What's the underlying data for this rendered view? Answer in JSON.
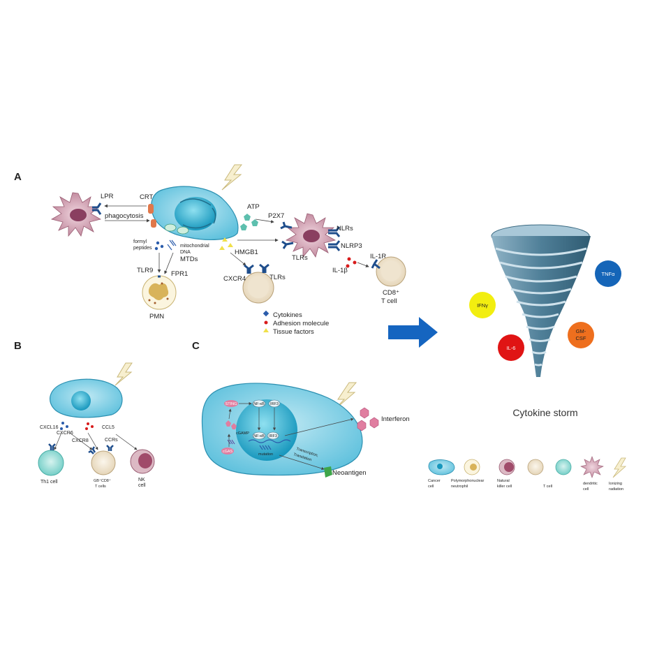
{
  "panels": {
    "a": "A",
    "b": "B",
    "c": "C"
  },
  "panel_a": {
    "lpr": "LPR",
    "crt": "CRT",
    "phagocytosis": "phagocytosis",
    "atp": "ATP",
    "p2x7": "P2X7",
    "nlrs": "NLRs",
    "nlrp3": "NLRP3",
    "tlrs_dc": "TLRs",
    "hmgb1": "HMGB1",
    "il1b": "IL-1β",
    "il1r": "IL-1R",
    "cd8_line1": "CD8⁺",
    "cd8_line2": "T cell",
    "formyl_line1": "formyl",
    "formyl_line2": "peptides",
    "mito_line1": "mitochondrial",
    "mito_line2": "DNA",
    "mtds": "MTDs",
    "tlr9": "TLR9",
    "fpr1": "FPR1",
    "pmn": "PMN",
    "cxcr4": "CXCR4",
    "tlrs_t": "TLRs",
    "legend_cytokines": "Cytokines",
    "legend_adhesion": "Adhesion molecule",
    "legend_tissue": "Tissue factors"
  },
  "panel_b": {
    "cxcl16": "CXCL16",
    "ccl5": "CCL5",
    "cxcr6": "CXCR6",
    "cxcr8": "CXCR8",
    "ccrs": "CCRs",
    "th1": "Th1 cell",
    "gb_line1": "GB⁺CD8⁺",
    "gb_line2": "T cells",
    "nk_line1": "NK",
    "nk_line2": "cell"
  },
  "panel_c": {
    "sting": "STING",
    "cgamp": "cGAMP",
    "cgas": "cGAS",
    "nfkb1": "NF-κB",
    "irf3a": "IRF3",
    "nfkb2": "NF-κB",
    "irf3b": "IRF3",
    "mutation": "mutation",
    "transcription_line1": "Transcription,",
    "transcription_line2": "Translation",
    "interferon": "Interferon",
    "neoantigen": "Neoantigen"
  },
  "storm": {
    "title": "Cytokine storm",
    "tnfa": "TNFα",
    "ifng": "IFNγ",
    "gmcsf_line1": "GM-",
    "gmcsf_line2": "CSF",
    "il6": "IL-6"
  },
  "legend": {
    "cancer_line1": "Cancer",
    "cancer_line2": "cell",
    "pmn_line1": "Polymorphonuclear",
    "pmn_line2": "neutrophil",
    "nk_line1": "Natural",
    "nk_line2": "killer cell",
    "tcell": "T cell",
    "dc_line1": "dendritic",
    "dc_line2": "cell",
    "ir_line1": "Ionizing",
    "ir_line2": "radiation"
  },
  "colors": {
    "cell_cyan": "#5fc1dd",
    "nucleus": "#1ea6c8",
    "dendritic": "#c78b9f",
    "receptor": "#1f4e8c",
    "arrow_blue": "#1565c0",
    "tnfa": "#1565b8",
    "ifng": "#f2ee10",
    "gmcsf": "#ee6f1e",
    "il6": "#e01414",
    "tornado": "#5f8da3"
  }
}
